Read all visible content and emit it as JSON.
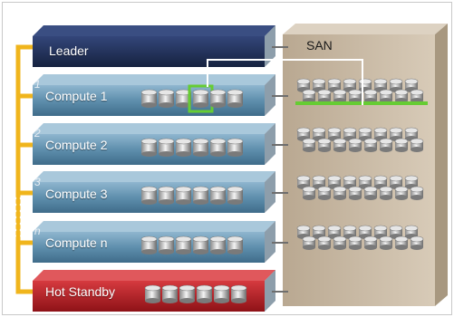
{
  "san": {
    "label": "SAN"
  },
  "nodes": [
    {
      "name": "leader",
      "label": "Leader",
      "number": "",
      "disks": 0
    },
    {
      "name": "compute-1",
      "label": "Compute 1",
      "number": "1",
      "disks": 6,
      "highlight_disk": 3
    },
    {
      "name": "compute-2",
      "label": "Compute 2",
      "number": "2",
      "disks": 6
    },
    {
      "name": "compute-3",
      "label": "Compute 3",
      "number": "3",
      "disks": 6
    },
    {
      "name": "compute-n",
      "label": "Compute n",
      "number": "n",
      "disks": 6
    },
    {
      "name": "hot-standby",
      "label": "Hot Standby",
      "number": "",
      "disks": 6
    }
  ],
  "colors": {
    "leader": "#1d2c52",
    "compute": "#5e8fae",
    "standby": "#b01c22",
    "san": "#cbbba6",
    "bracket": "#f0b51c",
    "highlight": "#66cc33"
  }
}
